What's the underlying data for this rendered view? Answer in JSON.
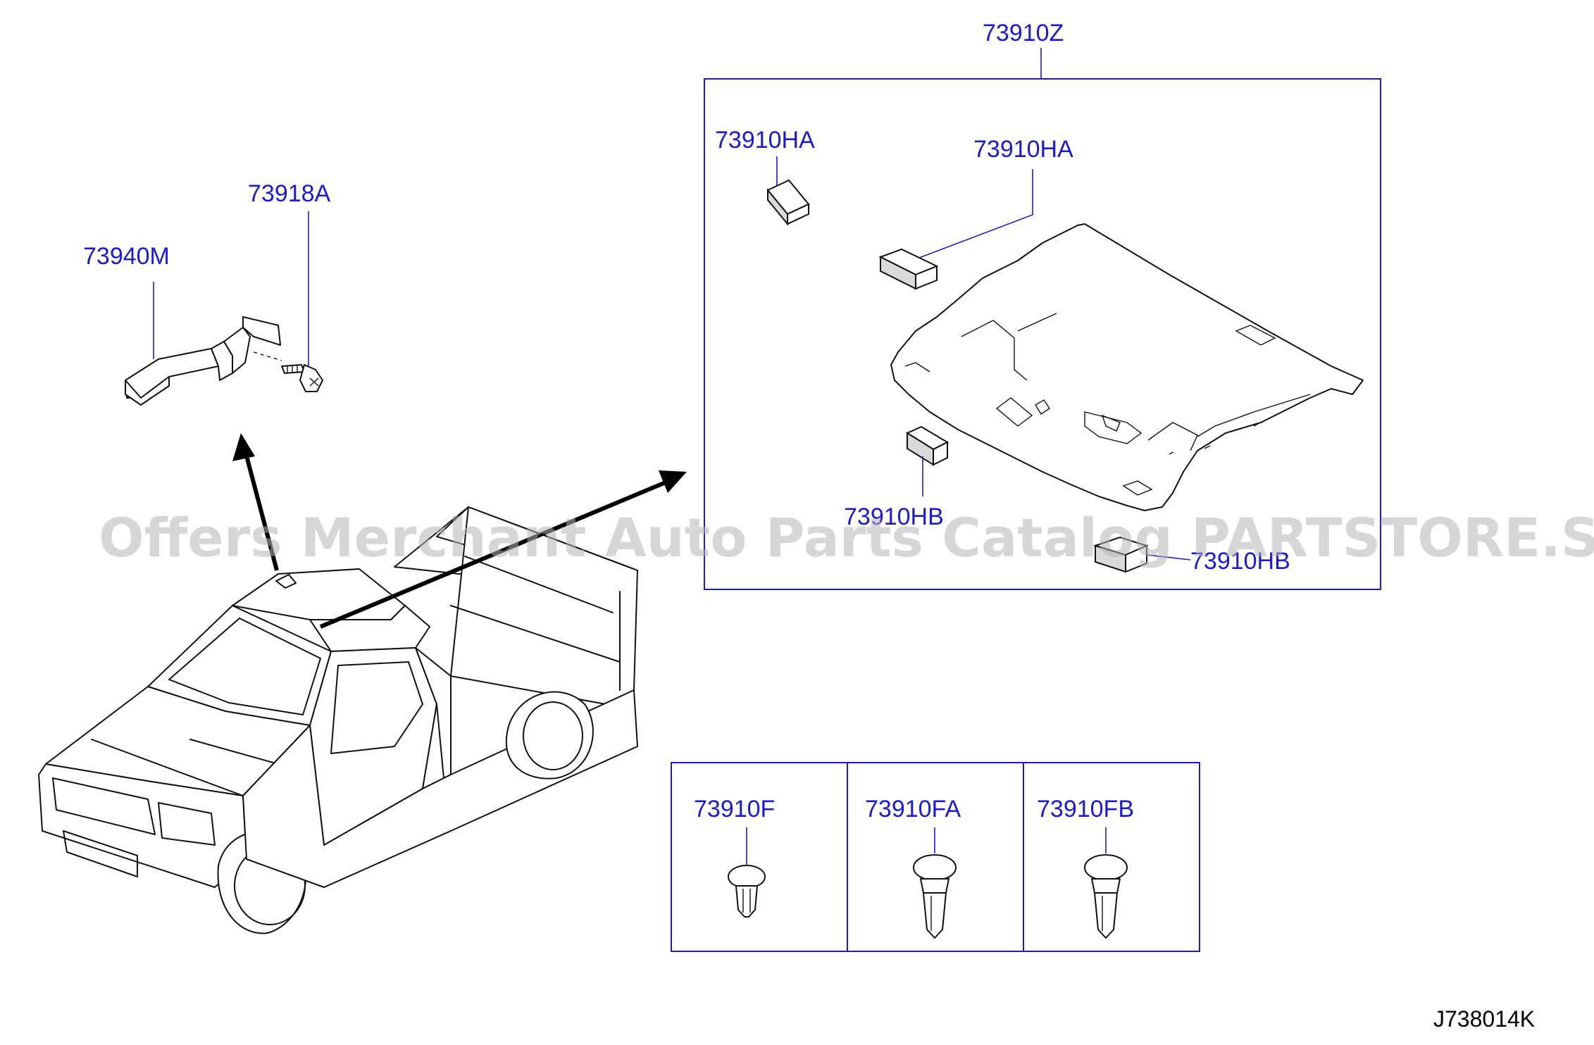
{
  "diagram_code": "J738014K",
  "watermark": "Offers Merchant Auto Parts Catalog PARTSTORE.SA",
  "parts": {
    "assembly": "73910Z",
    "pad_ha_left": "73910HA",
    "pad_ha_right": "73910HA",
    "pad_hb_lower": "73910HB",
    "pad_hb_right": "73910HB",
    "assist_grip": "73940M",
    "screw": "73918A",
    "clip_f": "73910F",
    "clip_fa": "73910FA",
    "clip_fb": "73910FB"
  },
  "colors": {
    "label": "#1a1ad6",
    "ink": "#111111",
    "watermark": "#b4b4b4"
  }
}
